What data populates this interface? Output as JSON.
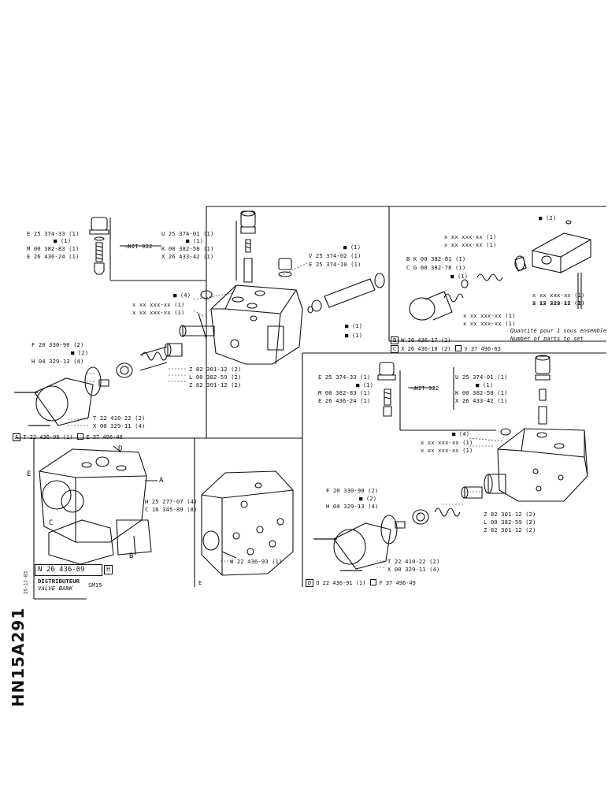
{
  "sheet": {
    "code": "HN15A291",
    "date": "25-11-83",
    "part_ref": "N 26 436-09",
    "part_flag": "H",
    "title_fr": "DISTRIBUTEUR",
    "title_en": "VALVE BANK",
    "model": "SM15"
  },
  "panelA": {
    "labels": [
      "E 25 374-33 (1)",
      "■ (1)",
      "M 00 382-83 (1)",
      "E 26 436-24 (1)",
      "◁NIT 922",
      "U 25 374-01 (1)",
      "■ (1)",
      "K 00 382-58 (1)",
      "X 26 433-42 (1)",
      "■ (1)",
      "V 25 374-02 (1)",
      "E 25 374-10 (1)",
      "■ (4)",
      "x xx xxx-xx (1)",
      "x xx xxx-xx (1)",
      "■ (1)",
      "■ (1)",
      "F 20 330-90 (2)",
      "■ (2)",
      "H 04 329-13 (4)",
      "Z 82 301-12 (2)",
      "L 00 382-59 (2)",
      "Z 82 301-12 (2)",
      "T 22 410-22 (2)",
      "X 00 329-11 (4)"
    ],
    "ref_letter": "A",
    "ref1": "T 22 436-90 (1)",
    "ref2": "E 37 496-48"
  },
  "panelB": {
    "labels": [
      "■ (2)",
      "x xx xxx-xx (1)",
      "x xx xxx-xx (1)",
      "B K 00 382-81 (1)",
      "C G 00 382-78 (1)",
      "■ (1)",
      "x xx xxx-xx (1)",
      "x xx xxx-xx (1)",
      "S 13 329-12 (2)",
      "x xx xxx-xx (1)",
      "x xx xxx-xx (1)"
    ],
    "qty_note_fr": "Quantité pour 1 sous ensemble",
    "qty_note_en": "Number of parts to set",
    "ref_letter1": "B",
    "ref1": "W 26 436-17 (2)",
    "ref_letter2": "C",
    "ref2": "X 26 436-18 (2)",
    "ref3": "V 37 496-63"
  },
  "panelD": {
    "labels": [
      "E 25 374-33 (1)",
      "■ (1)",
      "M 00 382-83 (1)",
      "E 26 436-24 (1)",
      "◁NIT 922",
      "U 25 374-01 (1)",
      "■ (1)",
      "K 00 382-58 (1)",
      "X 26 433-42 (1)",
      "■ (4)",
      "x xx xxx-xx (1)",
      "x xx xxx-xx (1)",
      "F 20 330-90 (2)",
      "■ (2)",
      "H 04 329-13 (4)",
      "Z 82 301-12 (2)",
      "L 00 382-59 (2)",
      "Z 82 301-12 (2)",
      "T 22 410-22 (2)",
      "X 00 329-11 (4)"
    ],
    "ref_letter": "D",
    "ref1": "U 22 436-91 (1)",
    "ref2": "F 37 496-49"
  },
  "assembly": {
    "callouts": [
      "D",
      "E",
      "A",
      "C",
      "B"
    ],
    "labels": [
      "H 25 277-07 (4)",
      "C 16 345-89 (8)"
    ]
  },
  "panelE": {
    "label": "W 22 436-93 (1)",
    "ref_letter": "E"
  }
}
